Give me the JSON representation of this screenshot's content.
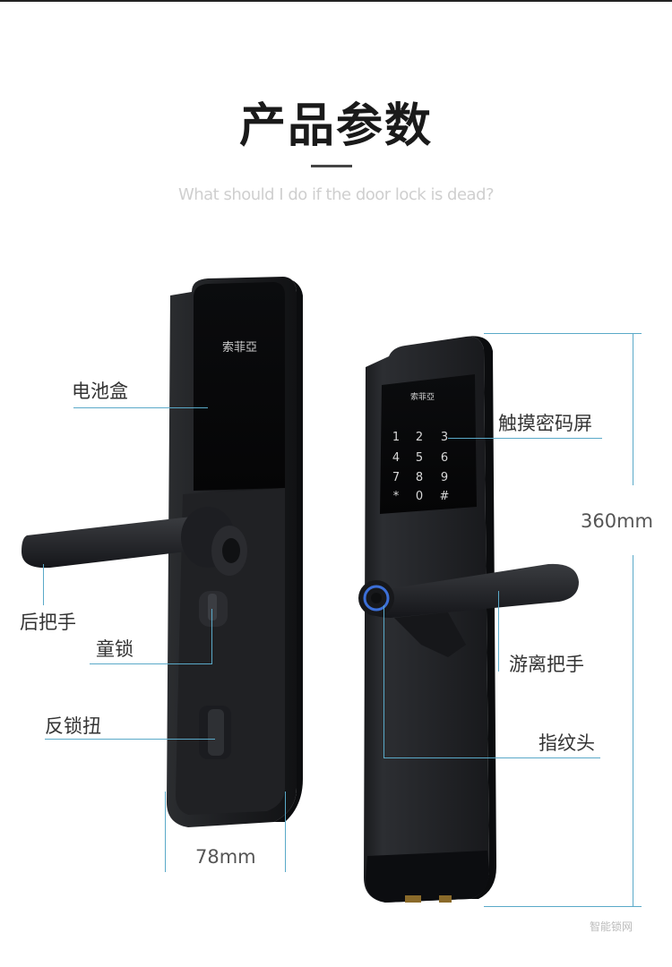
{
  "heading": {
    "title": "产品参数",
    "subtitle": "What should I do if the door lock is dead?"
  },
  "left_lock": {
    "brand": "索菲亞",
    "labels": {
      "battery_box": "电池盒",
      "rear_handle": "后把手",
      "child_lock": "童锁",
      "anti_lock_knob": "反锁扭"
    },
    "width_dimension": "78mm"
  },
  "right_lock": {
    "brand": "索菲亞",
    "keypad": [
      "1",
      "2",
      "3",
      "4",
      "5",
      "6",
      "7",
      "8",
      "9",
      "*",
      "0",
      "#"
    ],
    "labels": {
      "touch_password_screen": "触摸密码屏",
      "free_handle": "游离把手",
      "fingerprint_head": "指纹头"
    },
    "height_dimension": "360mm"
  },
  "watermark": "智能锁网"
}
